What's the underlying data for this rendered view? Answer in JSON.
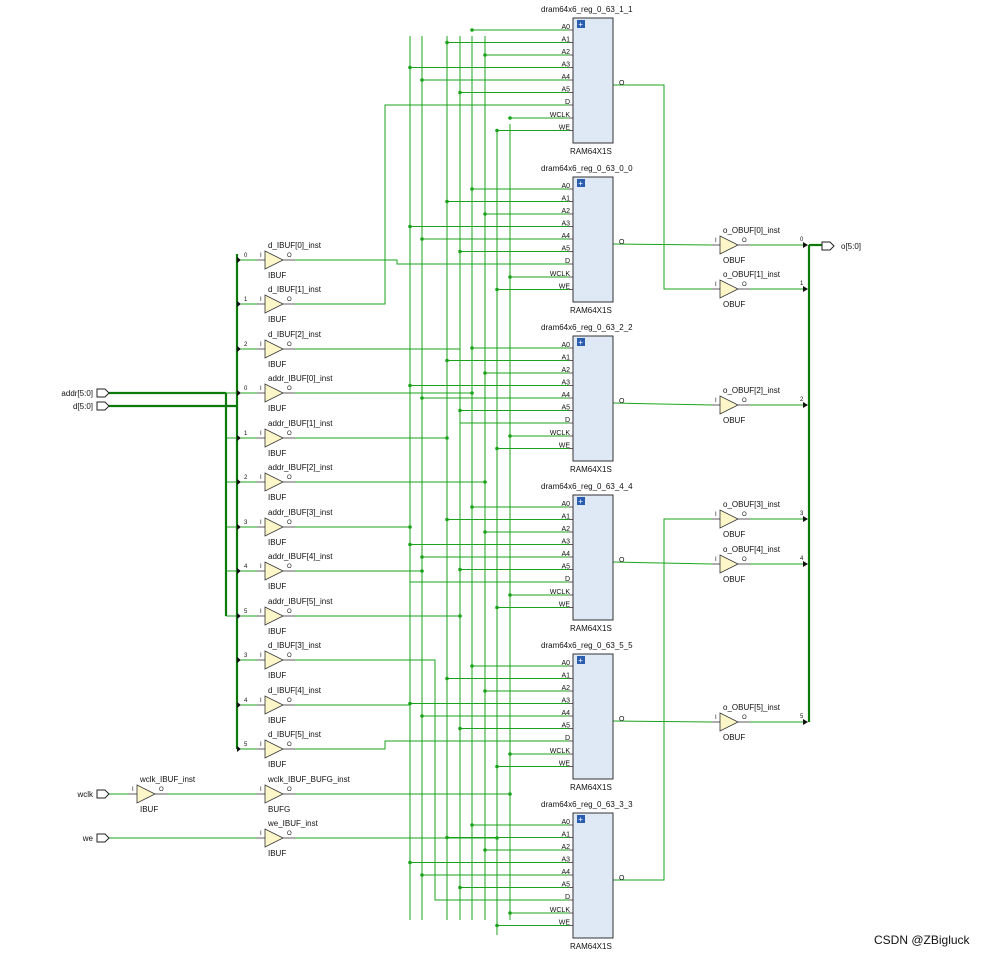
{
  "ports_in": [
    {
      "name": "addr[5:0]",
      "id": "addr"
    },
    {
      "name": "d[5:0]",
      "id": "d"
    },
    {
      "name": "wclk",
      "id": "wclk"
    },
    {
      "name": "we",
      "id": "we"
    }
  ],
  "port_out": {
    "name": "o[5:0]"
  },
  "ram_blocks": [
    {
      "name": "dram64x6_reg_0_63_1_1",
      "type": "RAM64X1S"
    },
    {
      "name": "dram64x6_reg_0_63_0_0",
      "type": "RAM64X1S"
    },
    {
      "name": "dram64x6_reg_0_63_2_2",
      "type": "RAM64X1S"
    },
    {
      "name": "dram64x6_reg_0_63_4_4",
      "type": "RAM64X1S"
    },
    {
      "name": "dram64x6_reg_0_63_5_5",
      "type": "RAM64X1S"
    },
    {
      "name": "dram64x6_reg_0_63_3_3",
      "type": "RAM64X1S"
    }
  ],
  "ram_in_pins": [
    "A0",
    "A1",
    "A2",
    "A3",
    "A4",
    "A5",
    "D",
    "WCLK",
    "WE"
  ],
  "ram_out_pin": "O",
  "ibufs": [
    {
      "name": "d_IBUF[0]_inst",
      "type": "IBUF",
      "idx": "0"
    },
    {
      "name": "d_IBUF[1]_inst",
      "type": "IBUF",
      "idx": "1"
    },
    {
      "name": "d_IBUF[2]_inst",
      "type": "IBUF",
      "idx": "2"
    },
    {
      "name": "addr_IBUF[0]_inst",
      "type": "IBUF",
      "idx": "0"
    },
    {
      "name": "addr_IBUF[1]_inst",
      "type": "IBUF",
      "idx": "1"
    },
    {
      "name": "addr_IBUF[2]_inst",
      "type": "IBUF",
      "idx": "2"
    },
    {
      "name": "addr_IBUF[3]_inst",
      "type": "IBUF",
      "idx": "3"
    },
    {
      "name": "addr_IBUF[4]_inst",
      "type": "IBUF",
      "idx": "4"
    },
    {
      "name": "addr_IBUF[5]_inst",
      "type": "IBUF",
      "idx": "5"
    },
    {
      "name": "d_IBUF[3]_inst",
      "type": "IBUF",
      "idx": "3"
    },
    {
      "name": "d_IBUF[4]_inst",
      "type": "IBUF",
      "idx": "4"
    },
    {
      "name": "d_IBUF[5]_inst",
      "type": "IBUF",
      "idx": "5"
    }
  ],
  "clk_bufs": [
    {
      "name": "wclk_IBUF_inst",
      "type": "IBUF"
    },
    {
      "name": "wclk_IBUF_BUFG_inst",
      "type": "BUFG"
    },
    {
      "name": "we_IBUF_inst",
      "type": "IBUF"
    }
  ],
  "obufs": [
    {
      "name": "o_OBUF[0]_inst",
      "type": "OBUF",
      "idx": "0"
    },
    {
      "name": "o_OBUF[1]_inst",
      "type": "OBUF",
      "idx": "1"
    },
    {
      "name": "o_OBUF[2]_inst",
      "type": "OBUF",
      "idx": "2"
    },
    {
      "name": "o_OBUF[3]_inst",
      "type": "OBUF",
      "idx": "3"
    },
    {
      "name": "o_OBUF[4]_inst",
      "type": "OBUF",
      "idx": "4"
    },
    {
      "name": "o_OBUF[5]_inst",
      "type": "OBUF",
      "idx": "5"
    }
  ],
  "buf_pin_in": "I",
  "buf_pin_out": "O",
  "watermark": "CSDN @ZBigluck"
}
